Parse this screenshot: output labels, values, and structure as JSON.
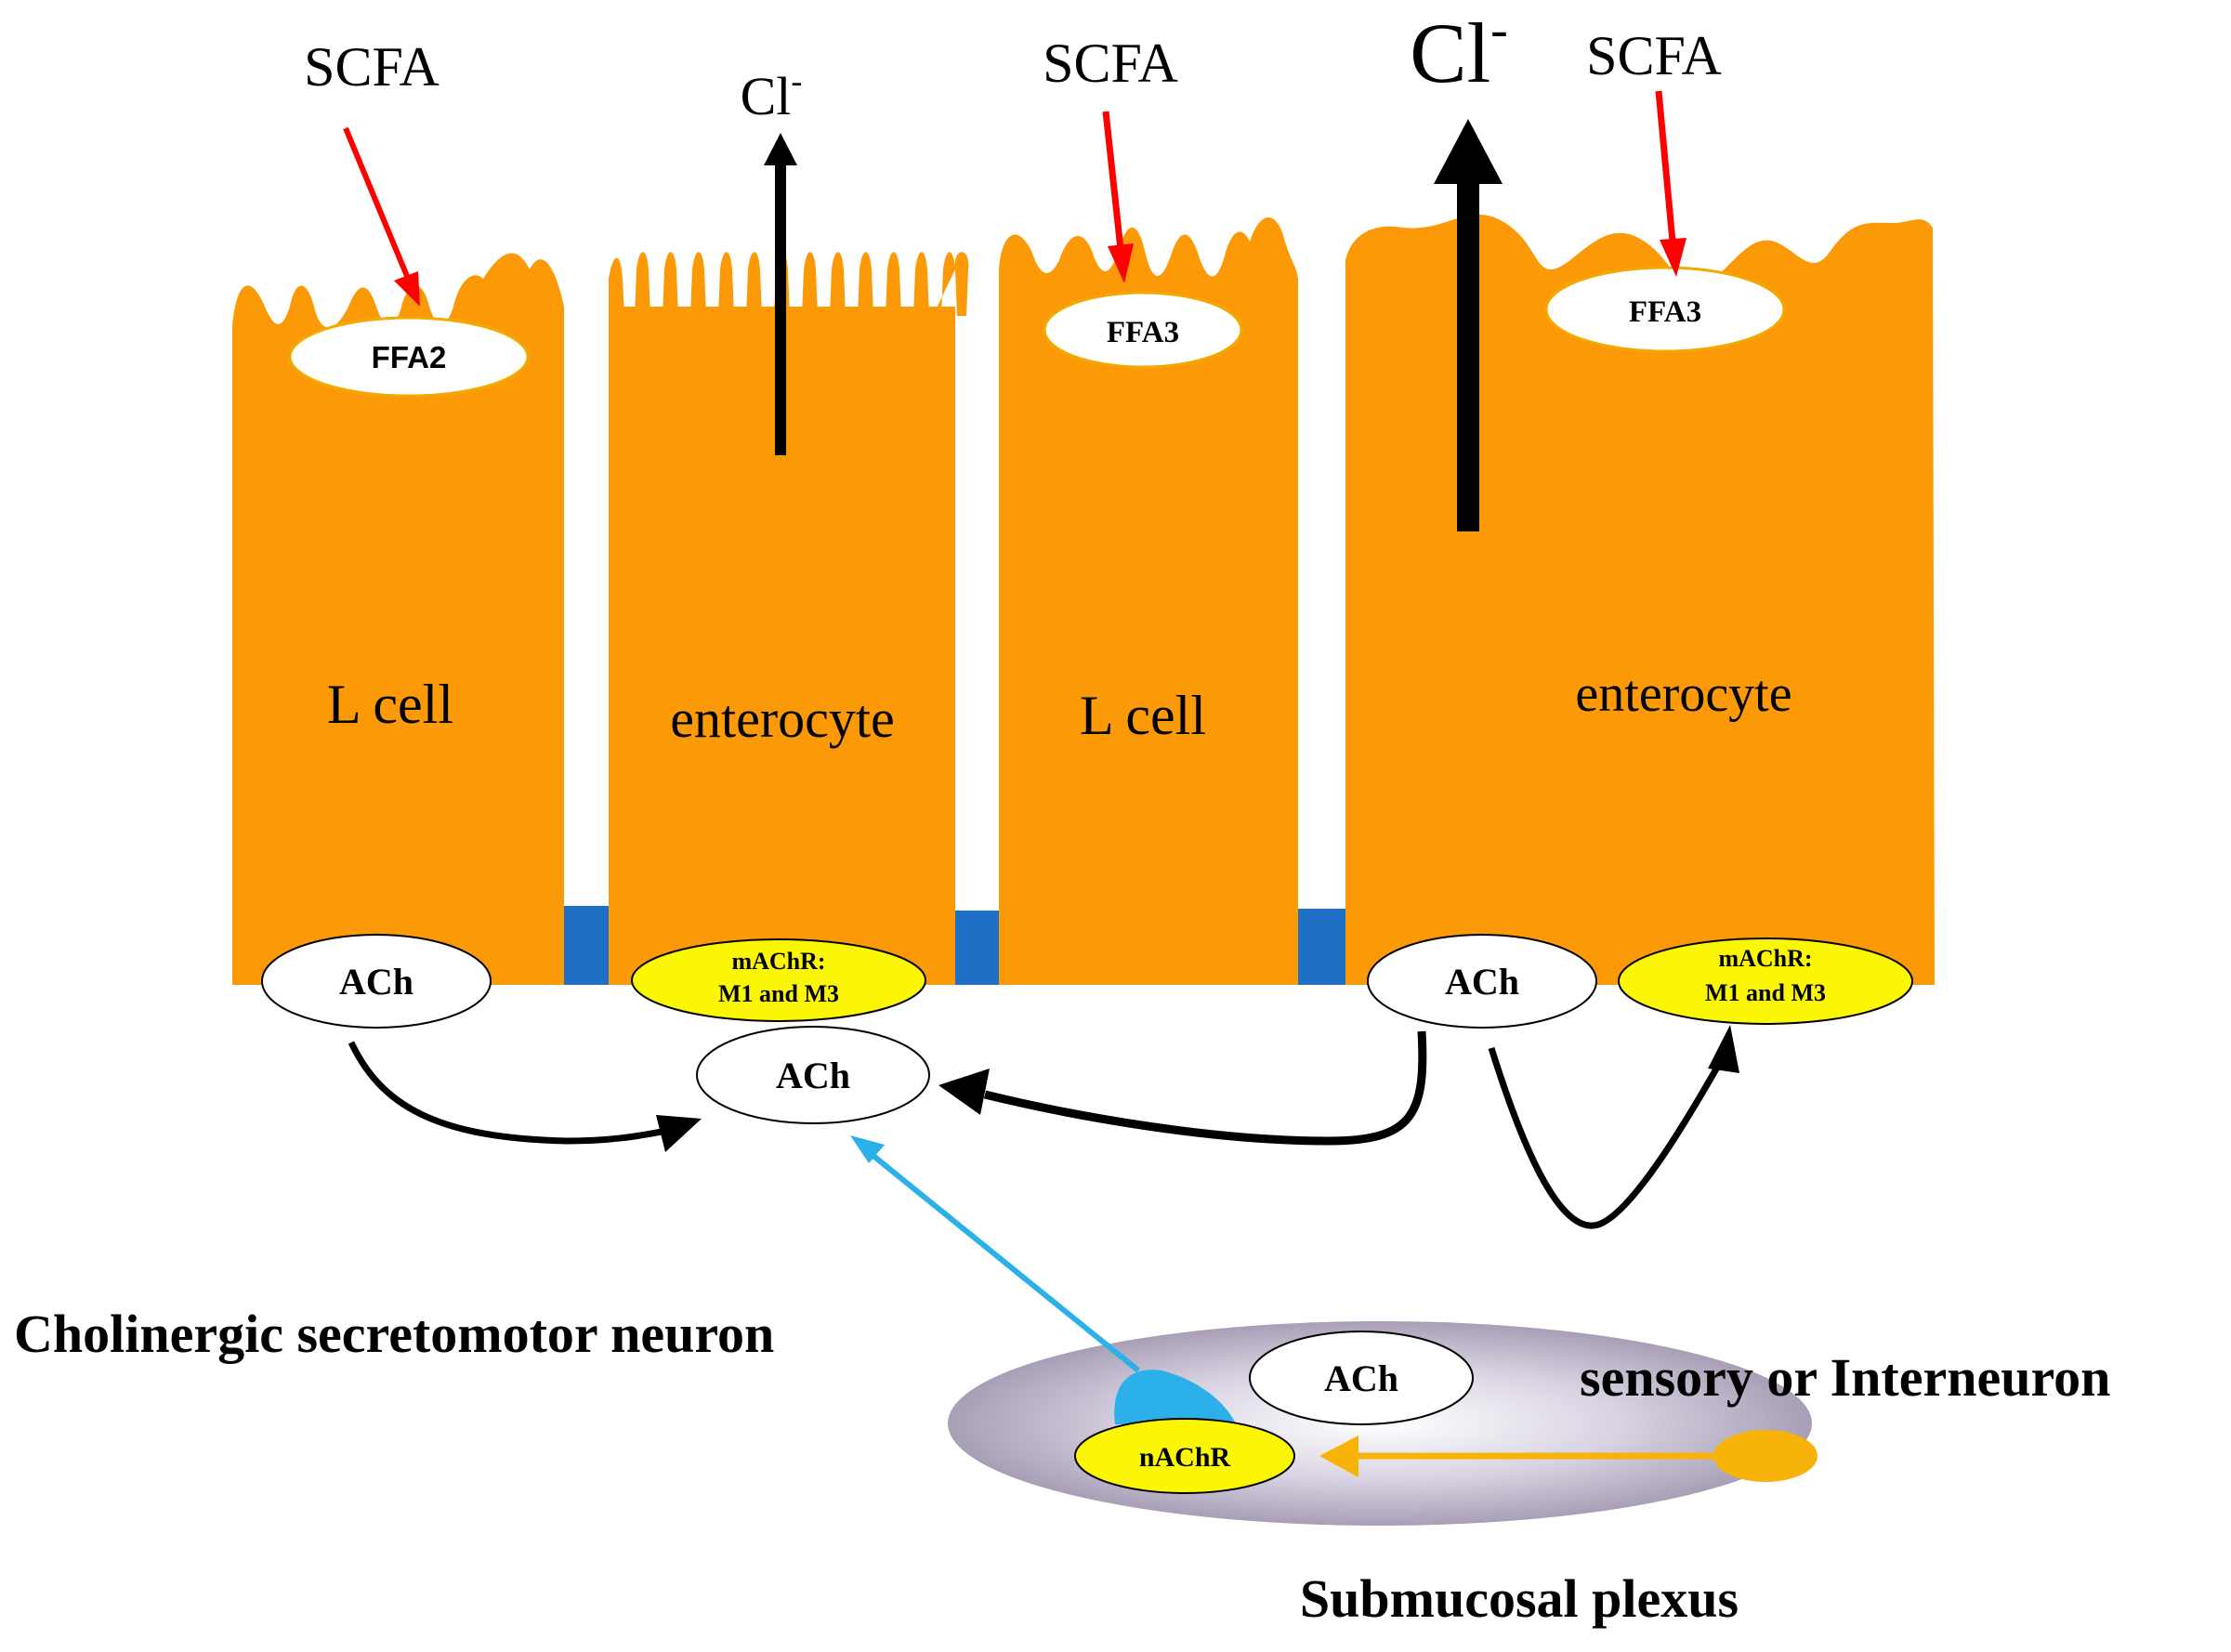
{
  "colors": {
    "cell": "#fb9a06",
    "junction": "#1f6fc4",
    "scfa_arrow": "#ff0000",
    "cl_arrow": "#000000",
    "receptor_yellow": "#fbf704",
    "neuron_blue": "#2bb0ea",
    "neuron_orange": "#f7b308",
    "plexus": "#b8b0c7"
  },
  "inputs": {
    "scfa_1": "SCFA",
    "scfa_2": "SCFA",
    "scfa_3": "SCFA",
    "cl_1": "Cl",
    "cl_2": "Cl",
    "cl_superscript": "-"
  },
  "cells": {
    "l_cell_1": {
      "label": "L cell",
      "receptor": "FFA2",
      "ach": "ACh"
    },
    "enterocyte_1": {
      "label": "enterocyte",
      "receptor_line1": "mAChR:",
      "receptor_line2": "M1 and M3"
    },
    "l_cell_2": {
      "label": "L cell",
      "receptor": "FFA3"
    },
    "enterocyte_2": {
      "label": "enterocyte",
      "receptor": "FFA3",
      "ach": "ACh",
      "receptor_line1": "mAChR:",
      "receptor_line2": "M1 and M3"
    }
  },
  "center_ach": "ACh",
  "plexus": {
    "title": "Submucosal plexus",
    "ach": "ACh",
    "nachr": "nAChR",
    "secretomotor_label": "Cholinergic secretomotor neuron",
    "sensory_label": "sensory or Interneuron"
  }
}
